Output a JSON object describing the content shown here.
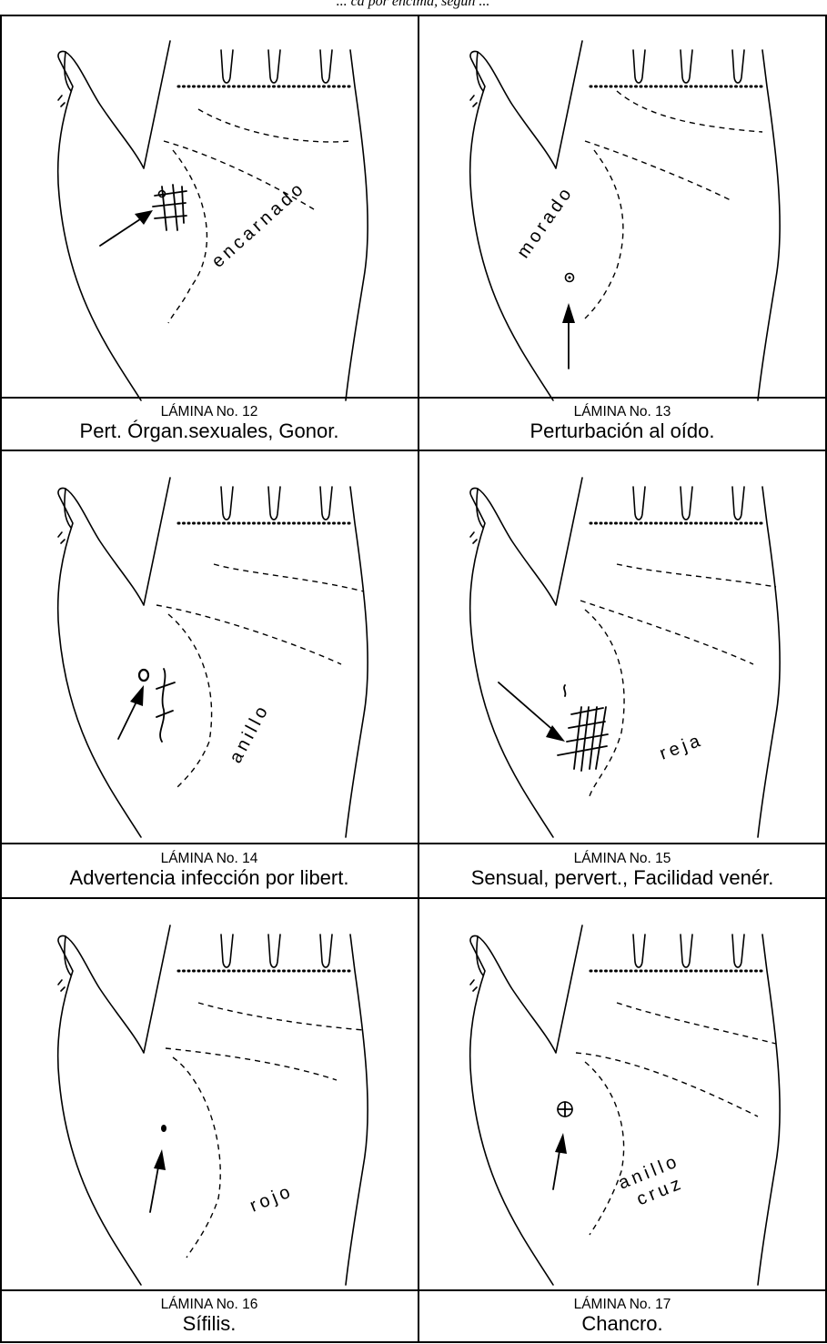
{
  "header_fragment": "... ca por encima, según ...",
  "plates": [
    {
      "plate": "LÁMINA No. 12",
      "caption": "Pert. Órgan.sexuales, Gonor.",
      "label": "encarnado"
    },
    {
      "plate": "LÁMINA No. 13",
      "caption": "Perturbación al oído.",
      "label": "morado"
    },
    {
      "plate": "LÁMINA No. 14",
      "caption": "Advertencia infección por libert.",
      "label": "anillo"
    },
    {
      "plate": "LÁMINA No. 15",
      "caption": "Sensual, pervert., Facilidad venér.",
      "label": "reja"
    },
    {
      "plate": "LÁMINA No. 16",
      "caption": "Sífilis.",
      "label": "rojo"
    },
    {
      "plate": "LÁMINA No. 17",
      "caption": "Chancro.",
      "label_lines": [
        "anillo",
        "cruz"
      ]
    }
  ]
}
